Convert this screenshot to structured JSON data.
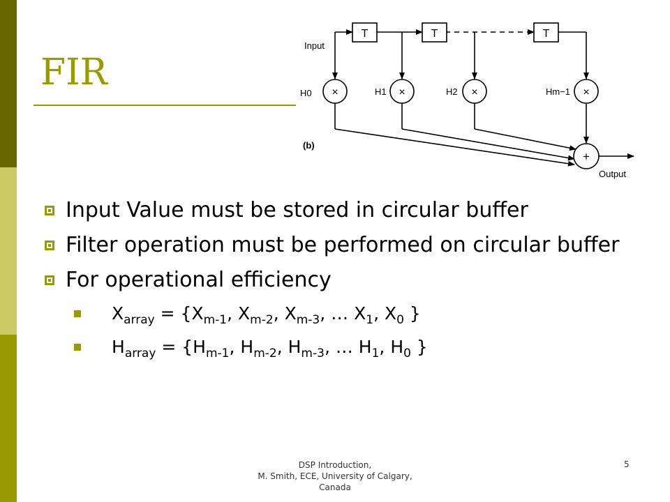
{
  "slide": {
    "title": "FIR",
    "page_number": "5",
    "footer": {
      "line1": "DSP Introduction,",
      "line2": "M. Smith, ECE, University of Calgary,",
      "line3": "Canada"
    }
  },
  "diagram": {
    "input_label": "Input",
    "output_label": "Output",
    "part_label": "(b)",
    "delay_label": "T",
    "multiply_symbol": "×",
    "sum_symbol": "+",
    "taps": [
      "H0",
      "H1",
      "H2",
      "Hm−1"
    ]
  },
  "bullets": [
    {
      "text": "Input Value must be stored in circular buffer"
    },
    {
      "text": "Filter operation must be performed on circular buffer"
    },
    {
      "text": "For operational efficiency"
    }
  ],
  "sub_bullets": {
    "x": {
      "var": "X",
      "var_sub": "array",
      "eq": " = {",
      "items": [
        {
          "b": "X",
          "s": "m-1",
          "sep": ", "
        },
        {
          "b": "X",
          "s": "m-2",
          "sep": ", "
        },
        {
          "b": "X",
          "s": "m-3",
          "sep": ", … "
        },
        {
          "b": "X",
          "s": "1",
          "sep": ", "
        },
        {
          "b": "X",
          "s": "0",
          "sep": " }"
        }
      ]
    },
    "h": {
      "var": "H",
      "var_sub": "array",
      "eq": " = {",
      "items": [
        {
          "b": "H",
          "s": "m-1",
          "sep": ", "
        },
        {
          "b": "H",
          "s": "m-2",
          "sep": ", "
        },
        {
          "b": "H",
          "s": "m-3",
          "sep": ", … "
        },
        {
          "b": "H",
          "s": "1",
          "sep": ", "
        },
        {
          "b": "H",
          "s": "0",
          "sep": " }"
        }
      ]
    }
  }
}
